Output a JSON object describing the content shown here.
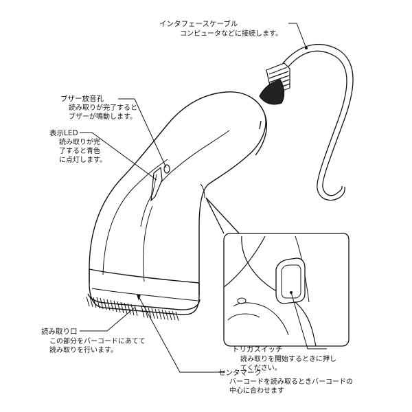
{
  "callouts": {
    "cable": {
      "title": "インタフェースケーブル",
      "lines": [
        "コンピュータなどに接続します。"
      ]
    },
    "buzzer": {
      "title": "ブザー放音孔",
      "lines": [
        "読み取りが完了すると",
        "ブザーが鳴動します。"
      ]
    },
    "led": {
      "title": "表示LED",
      "lines": [
        "読み取りが完",
        "了すると青色",
        "に点灯します。"
      ]
    },
    "window": {
      "title": "読み取り口",
      "lines": [
        "この部分をバーコードにあてて",
        "読み取りを行います。"
      ]
    },
    "trigger": {
      "title": "トリガスイッチ",
      "lines": [
        "読み取りを開始するときに押し",
        "てください。"
      ]
    },
    "center_mark": {
      "title": "センタマーク",
      "lines": [
        "バーコードを読み取るときバーコードの",
        "中心に合わせます"
      ]
    }
  },
  "colors": {
    "line": "#111111",
    "background": "#ffffff"
  }
}
